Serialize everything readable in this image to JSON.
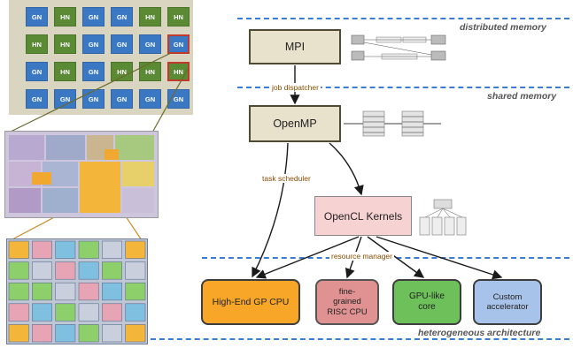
{
  "grid": {
    "rows": [
      [
        "GN",
        "HN",
        "GN",
        "GN",
        "HN",
        "HN"
      ],
      [
        "HN",
        "HN",
        "GN",
        "GN",
        "GN",
        "GN"
      ],
      [
        "GN",
        "HN",
        "GN",
        "HN",
        "HN",
        "HN"
      ],
      [
        "GN",
        "GN",
        "GN",
        "GN",
        "GN",
        "GN"
      ]
    ],
    "highlighted_cells": [
      [
        1,
        5
      ],
      [
        2,
        5
      ]
    ]
  },
  "layers": {
    "distributed": "distributed memory",
    "shared": "shared memory",
    "heterogeneous": "heterogeneous architecture"
  },
  "boxes": {
    "mpi": "MPI",
    "openmp": "OpenMP",
    "opencl": "OpenCL Kernels",
    "high_end": "High-End GP CPU",
    "fine_grained_lines": [
      "fine-",
      "grained",
      "RISC CPU"
    ],
    "gpu_like_lines": [
      "GPU-like",
      "core"
    ],
    "accel_lines": [
      "Custom",
      "accelerator"
    ]
  },
  "connectors": {
    "job_dispatcher": "job dispatcher",
    "task_scheduler": "task scheduler",
    "resource_manager": "resource manager"
  },
  "colors": {
    "gn": "#3b78c4",
    "hn": "#5a8a34",
    "dashed_line": "#3a7bd5",
    "connector_text": "#8a4b00"
  }
}
